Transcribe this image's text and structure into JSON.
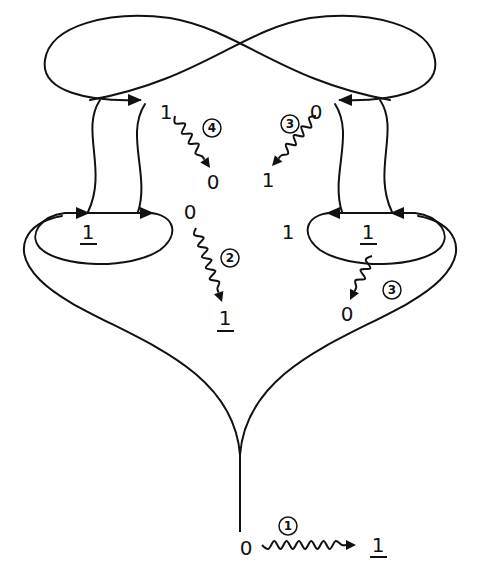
{
  "diagram": {
    "labels": [
      "1",
      "0",
      "4",
      "0",
      "3",
      "1",
      "1",
      "0",
      "2",
      "1",
      "1",
      "1",
      "3",
      "0",
      "0",
      "1",
      "1"
    ]
  }
}
